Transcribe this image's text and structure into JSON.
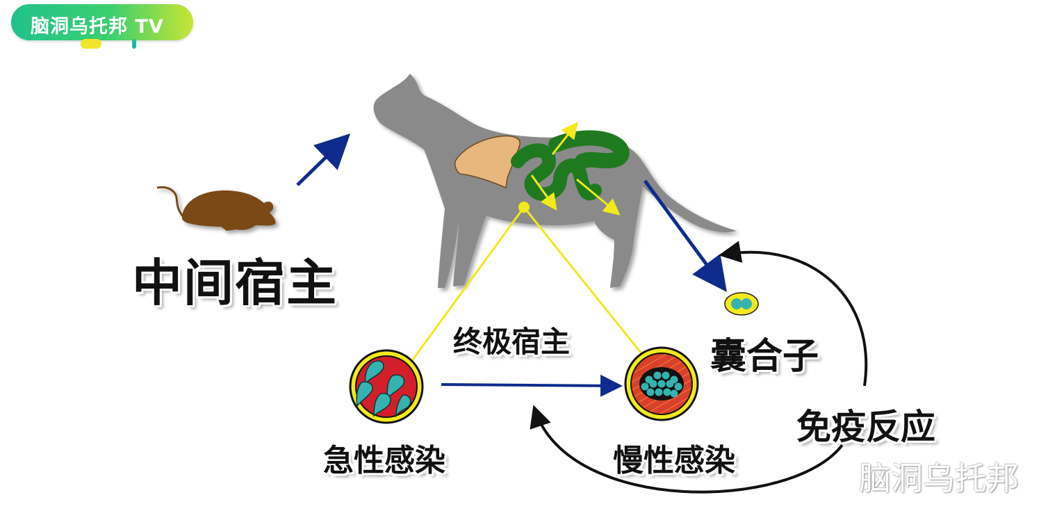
{
  "channel_badge": {
    "text": "脑洞乌托邦 TV"
  },
  "labels": {
    "intermediate_host": "中间宿主",
    "definitive_host": "终极宿主",
    "oocyst": "囊合子",
    "acute_infection": "急性感染",
    "chronic_infection": "慢性感染",
    "immune_response": "免疫反应"
  },
  "watermark": "脑洞乌托邦",
  "colors": {
    "cat": "#8a8a8a",
    "mouse": "#7a4a14",
    "liver": "#e8b77d",
    "intestine": "#1f7a1f",
    "yellow_path": "#f2ea1a",
    "blue_arrow": "#0f2b8c",
    "black_arrow": "#111111",
    "acute_disc": "#d31f2a",
    "chronic_disc": "#d8412a",
    "parasite": "#35b3b0"
  }
}
